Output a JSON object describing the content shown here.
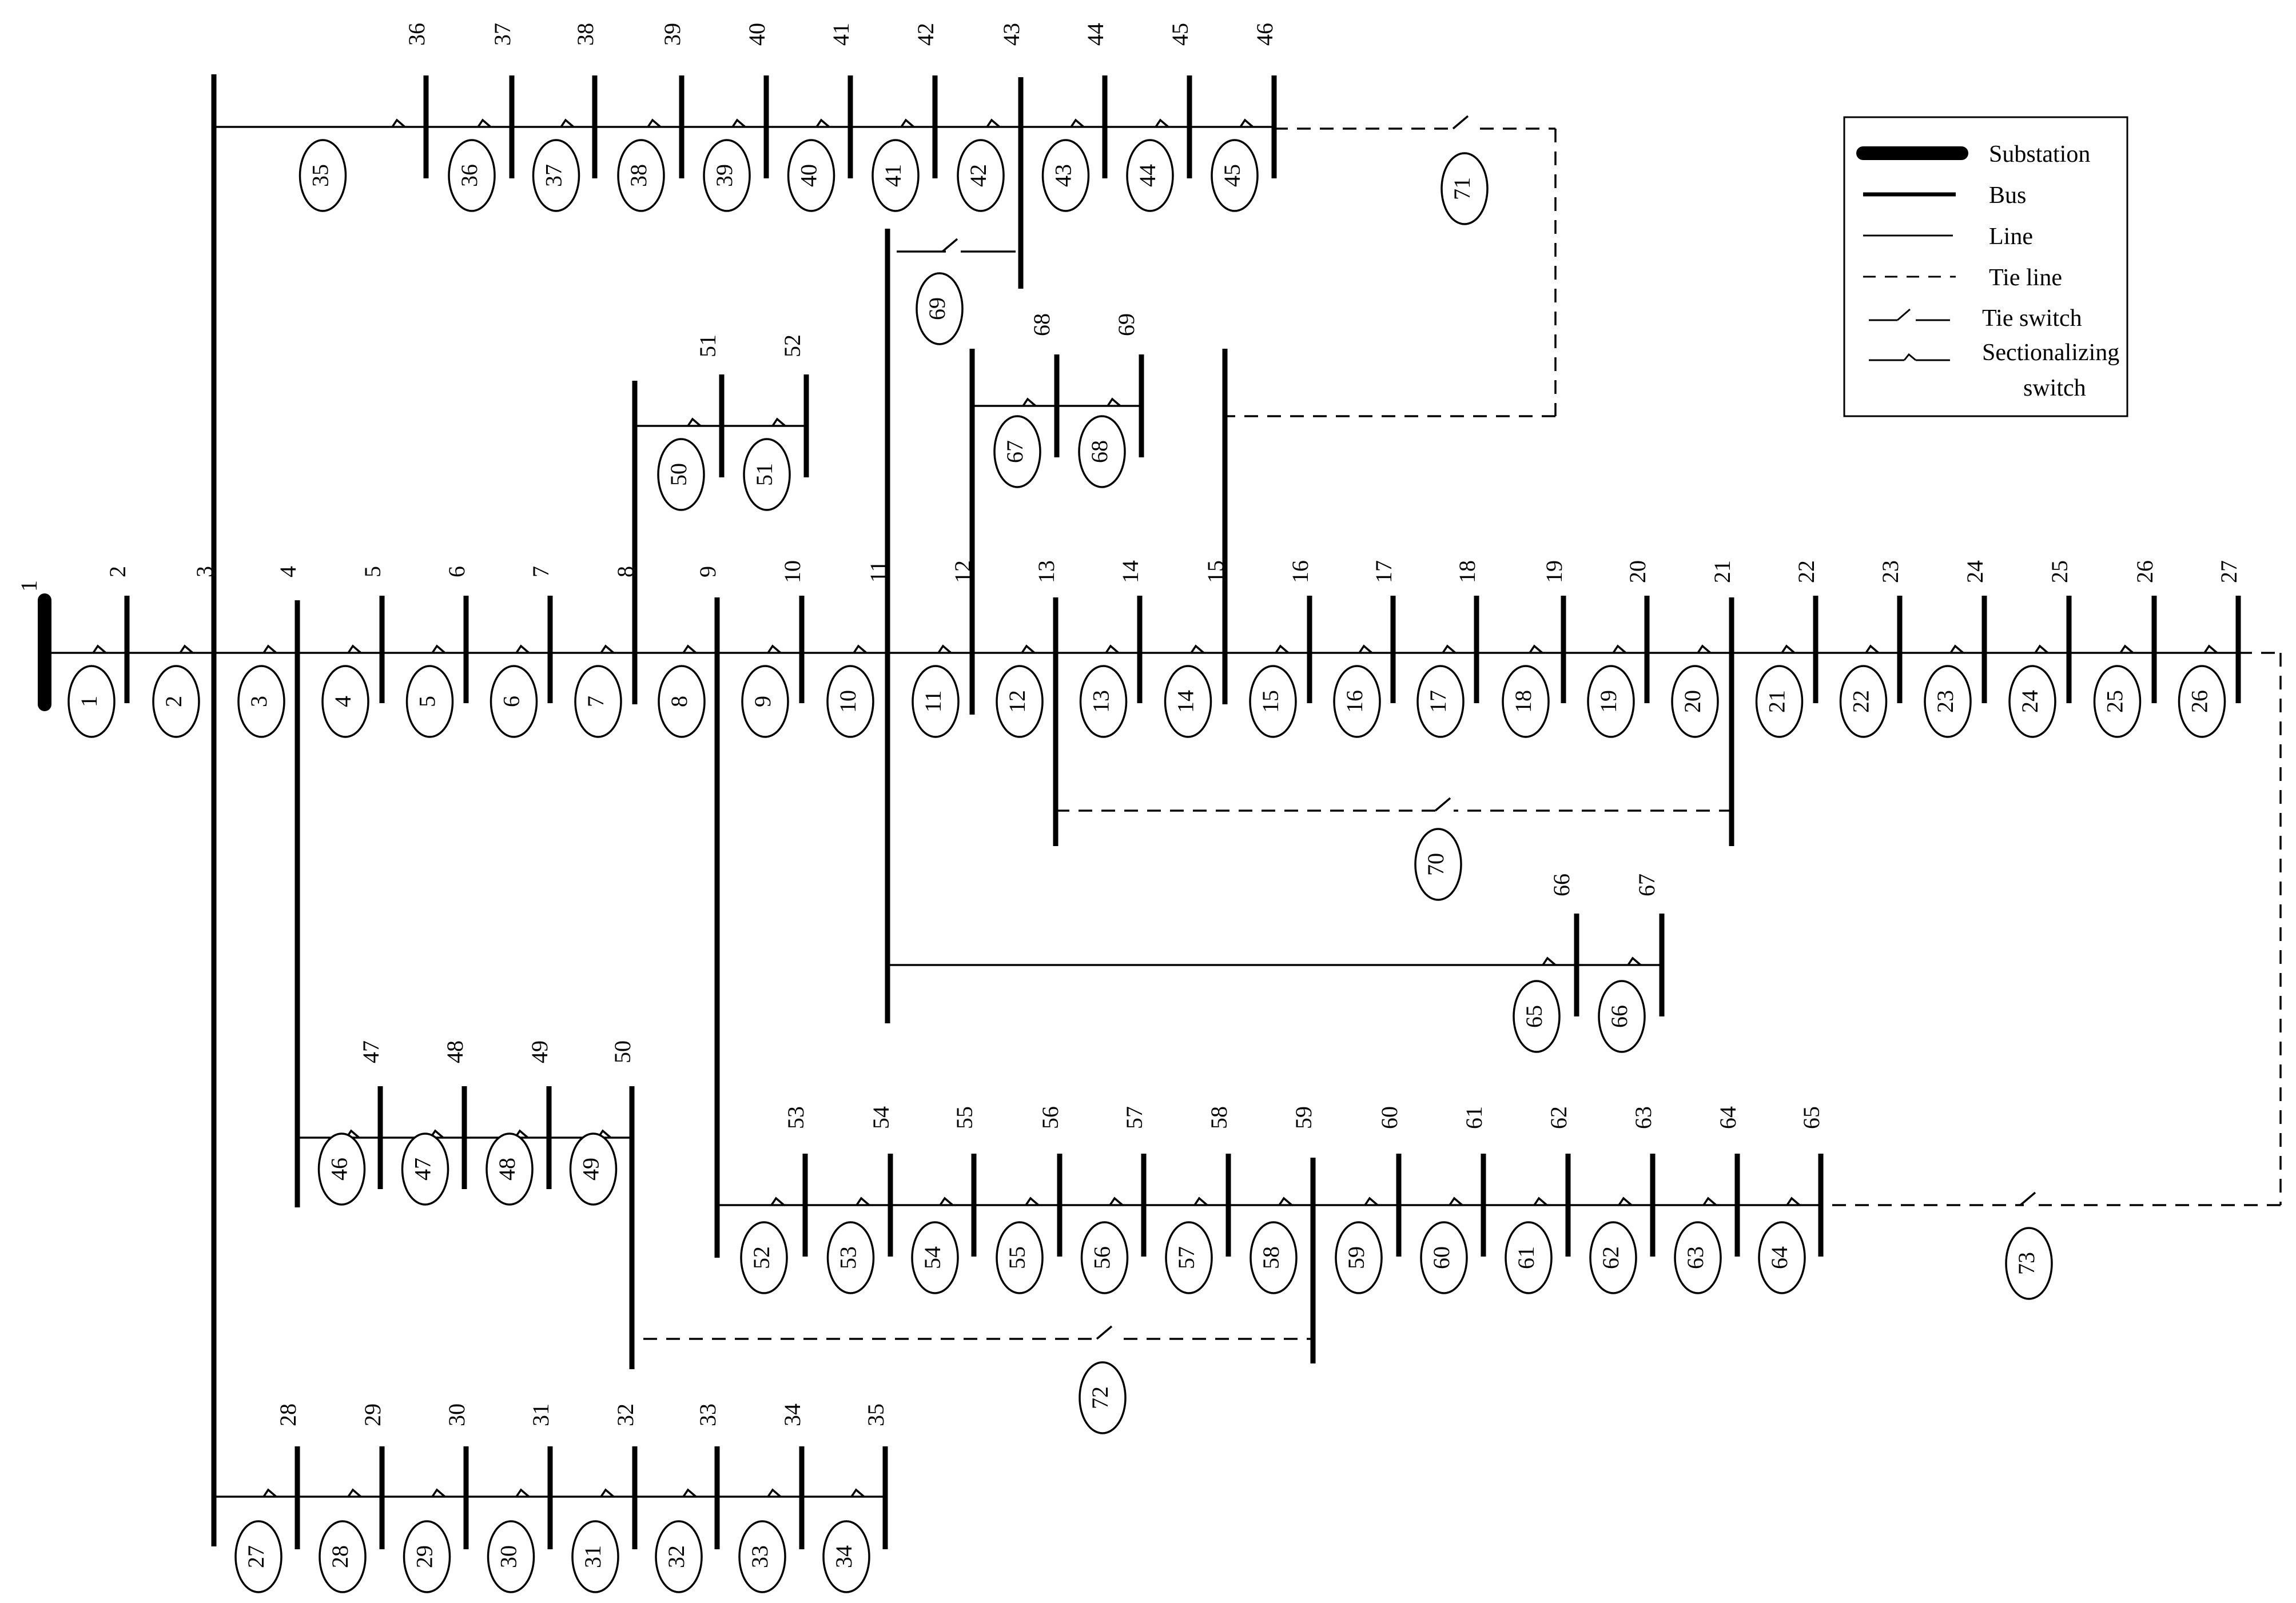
{
  "legend": {
    "substation": "Substation",
    "bus": "Bus",
    "line": "Line",
    "tie_line": "Tie line",
    "tie_switch": "Tie switch",
    "sectionalizing_1": "Sectionalizing",
    "sectionalizing_2": "switch"
  },
  "buses": [
    "1",
    "2",
    "3",
    "4",
    "5",
    "6",
    "7",
    "8",
    "9",
    "10",
    "11",
    "12",
    "13",
    "14",
    "15",
    "16",
    "17",
    "18",
    "19",
    "20",
    "21",
    "22",
    "23",
    "24",
    "25",
    "26",
    "27",
    "28",
    "29",
    "30",
    "31",
    "32",
    "33",
    "34",
    "35",
    "36",
    "37",
    "38",
    "39",
    "40",
    "41",
    "42",
    "43",
    "44",
    "45",
    "46",
    "47",
    "48",
    "49",
    "50",
    "51",
    "52",
    "53",
    "54",
    "55",
    "56",
    "57",
    "58",
    "59",
    "60",
    "61",
    "62",
    "63",
    "64",
    "65",
    "66",
    "67",
    "68",
    "69"
  ],
  "branches": {
    "main_feeder": [
      "1",
      "2",
      "3",
      "4",
      "5",
      "6",
      "7",
      "8",
      "9",
      "10",
      "11",
      "12",
      "13",
      "14",
      "15",
      "16",
      "17",
      "18",
      "19",
      "20",
      "21",
      "22",
      "23",
      "24",
      "25",
      "26"
    ],
    "lateral_3_28": [
      "27",
      "28",
      "29",
      "30",
      "31",
      "32",
      "33",
      "34"
    ],
    "lateral_3_36": [
      "35",
      "36",
      "37",
      "38",
      "39",
      "40",
      "41",
      "42",
      "43",
      "44",
      "45"
    ],
    "lateral_4_47": [
      "46",
      "47",
      "48",
      "49"
    ],
    "lateral_8_51": [
      "50",
      "51"
    ],
    "lateral_9_53": [
      "52",
      "53",
      "54",
      "55",
      "56",
      "57",
      "58",
      "59",
      "60",
      "61",
      "62",
      "63",
      "64"
    ],
    "lateral_11_66": [
      "65",
      "66"
    ],
    "lateral_12_68": [
      "67",
      "68"
    ],
    "tie_switches": [
      "69",
      "70",
      "71",
      "72",
      "73"
    ]
  },
  "colors": {
    "stroke": "#000000",
    "background": "#ffffff"
  }
}
